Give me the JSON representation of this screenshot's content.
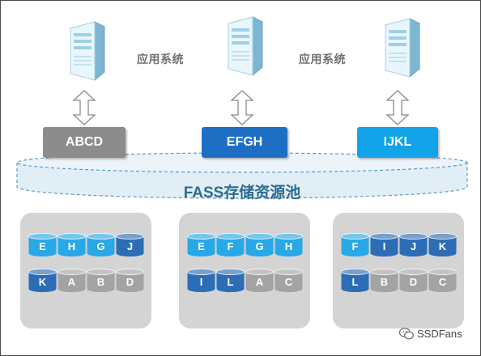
{
  "app_labels": [
    "应用系统",
    "应用系统"
  ],
  "hosts": [
    "ABCD",
    "EFGH",
    "IJKL"
  ],
  "pool_label": "FASS存储资源池",
  "groups": [
    {
      "rows": [
        [
          {
            "l": "E",
            "c": "blue"
          },
          {
            "l": "H",
            "c": "blue"
          },
          {
            "l": "G",
            "c": "blue"
          },
          {
            "l": "J",
            "c": "navy"
          }
        ],
        [
          {
            "l": "K",
            "c": "navy"
          },
          {
            "l": "A",
            "c": "gray"
          },
          {
            "l": "B",
            "c": "gray"
          },
          {
            "l": "D",
            "c": "gray"
          }
        ]
      ]
    },
    {
      "rows": [
        [
          {
            "l": "E",
            "c": "blue"
          },
          {
            "l": "F",
            "c": "blue"
          },
          {
            "l": "G",
            "c": "blue"
          },
          {
            "l": "H",
            "c": "blue"
          }
        ],
        [
          {
            "l": "I",
            "c": "navy"
          },
          {
            "l": "L",
            "c": "navy"
          },
          {
            "l": "A",
            "c": "gray"
          },
          {
            "l": "C",
            "c": "gray"
          }
        ]
      ]
    },
    {
      "rows": [
        [
          {
            "l": "F",
            "c": "blue"
          },
          {
            "l": "I",
            "c": "navy"
          },
          {
            "l": "J",
            "c": "navy"
          },
          {
            "l": "K",
            "c": "navy"
          }
        ],
        [
          {
            "l": "L",
            "c": "navy"
          },
          {
            "l": "B",
            "c": "gray"
          },
          {
            "l": "D",
            "c": "gray"
          },
          {
            "l": "C",
            "c": "gray"
          }
        ]
      ]
    }
  ],
  "colors": {
    "host_gray": "#8c8c8c",
    "host_blue": "#1e6fc4",
    "host_cyan": "#12a3e8",
    "disk_blue": "#29a8e8",
    "disk_navy": "#2c6db5",
    "disk_gray": "#a3a3a3",
    "pool_fill": "#e2eef6",
    "pool_stroke": "#5b9ac4"
  },
  "watermark": "SSDFans"
}
